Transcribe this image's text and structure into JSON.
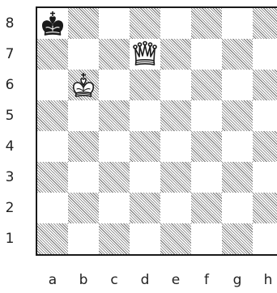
{
  "board": {
    "files": [
      "a",
      "b",
      "c",
      "d",
      "e",
      "f",
      "g",
      "h"
    ],
    "ranks": [
      "8",
      "7",
      "6",
      "5",
      "4",
      "3",
      "2",
      "1"
    ],
    "colors": {
      "light": "#ffffff",
      "dark_hatch": "#6e6e6e",
      "border": "#1a1a1a"
    },
    "pieces": [
      {
        "square": "a8",
        "color": "black",
        "type": "king",
        "icon": "black-king-icon"
      },
      {
        "square": "d7",
        "color": "white",
        "type": "queen",
        "icon": "white-queen-icon"
      },
      {
        "square": "b6",
        "color": "white",
        "type": "king",
        "icon": "white-king-icon"
      }
    ]
  }
}
